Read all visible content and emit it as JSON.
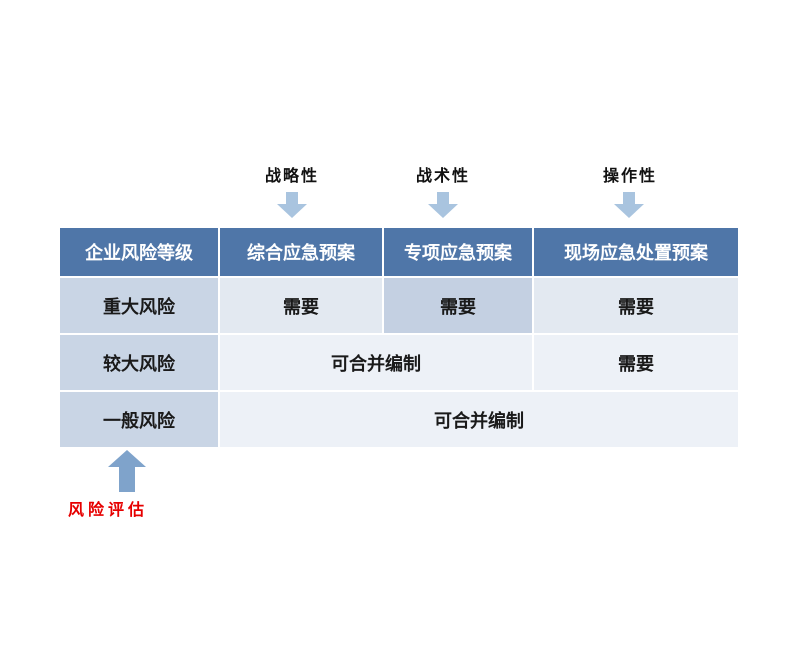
{
  "top_labels": [
    {
      "label": "战略性"
    },
    {
      "label": "战术性"
    },
    {
      "label": "操作性"
    }
  ],
  "table": {
    "headers": [
      "企业风险等级",
      "综合应急预案",
      "专项应急预案",
      "现场应急处置预案"
    ],
    "rows": [
      {
        "level": "重大风险",
        "col2": "需要",
        "col3": "需要",
        "col4": "需要"
      },
      {
        "level": "较大风险",
        "col2_3": "可合并编制",
        "col4": "需要"
      },
      {
        "level": "一般风险",
        "col2_4": "可合并编制"
      }
    ]
  },
  "footer": {
    "label": "风险评估"
  },
  "icons": [
    {
      "name": "down-arrow-icon",
      "meaning": "category applies to column below"
    },
    {
      "name": "up-arrow-icon",
      "meaning": "risk assessment feeds risk levels"
    }
  ],
  "colors": {
    "header_bg": "#4f76a8",
    "header_text": "#ffffff",
    "level_bg": "#c9d5e5",
    "row1_bg": "#e3e9f1",
    "row23_bg": "#edf1f7",
    "highlight_bg": "#c4d0e2",
    "arrow_light": "#a9c4df",
    "arrow_dark": "#7fa3cb",
    "assess_text": "#e60000",
    "body_text": "#1a1a1a"
  }
}
